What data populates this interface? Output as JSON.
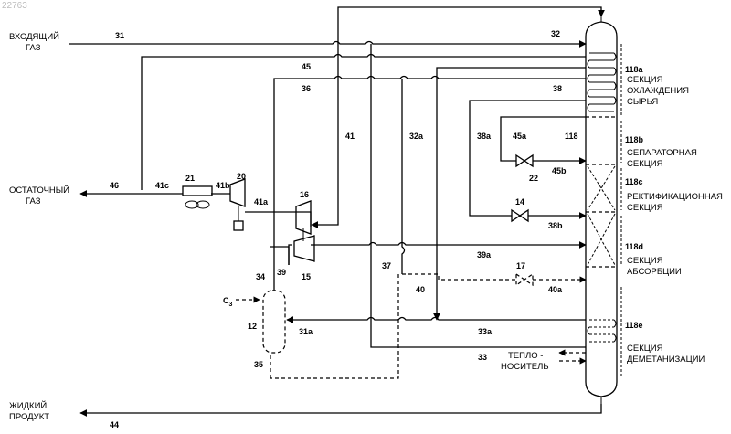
{
  "watermark": "22763",
  "inlet": {
    "line1": "ВХОДЯЩИЙ",
    "line2": "ГАЗ"
  },
  "residue": {
    "line1": "ОСТАТОЧНЫЙ",
    "line2": "ГАЗ"
  },
  "liquid": {
    "line1": "ЖИДКИЙ",
    "line2": "ПРОДУКТ"
  },
  "heat_medium": {
    "line1": "ТЕПЛО -",
    "line2": "НОСИТЕЛЬ"
  },
  "c3": {
    "main": "C",
    "sub": "3"
  },
  "sections": {
    "s118a": {
      "num": "118a",
      "l1": "СЕКЦИЯ",
      "l2": "ОХЛАЖДЕНИЯ",
      "l3": "СЫРЬЯ"
    },
    "s118b": {
      "num": "118b",
      "l1": "СЕПАРАТОРНАЯ",
      "l2": "СЕКЦИЯ"
    },
    "s118c": {
      "num": "118c",
      "l1": "РЕКТИФИКАЦИОННАЯ",
      "l2": "СЕКЦИЯ"
    },
    "s118d": {
      "num": "118d",
      "l1": "СЕКЦИЯ",
      "l2": "АБСОРБЦИИ"
    },
    "s118e": {
      "num": "118e",
      "l1": "СЕКЦИЯ",
      "l2": "ДЕМЕТАНИЗАЦИИ"
    }
  },
  "labels": {
    "n31": "31",
    "n32": "32",
    "n45": "45",
    "n36": "36",
    "n38": "38",
    "n41": "41",
    "n32a": "32a",
    "n38a": "38a",
    "n45a": "45a",
    "n118": "118",
    "n22": "22",
    "n45b": "45b",
    "n46": "46",
    "n41c": "41c",
    "n21": "21",
    "n41b": "41b",
    "n20": "20",
    "n16": "16",
    "n41a": "41a",
    "n14": "14",
    "n38b": "38b",
    "n39a": "39a",
    "n17": "17",
    "n34": "34",
    "n39": "39",
    "n15": "15",
    "n37": "37",
    "n40": "40",
    "n40a": "40a",
    "n12": "12",
    "n31a": "31a",
    "n33a": "33a",
    "n33": "33",
    "n35": "35",
    "n44": "44"
  }
}
